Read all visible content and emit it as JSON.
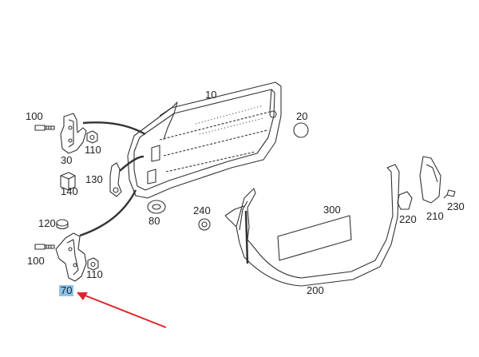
{
  "labels": {
    "door_shell": "10",
    "plug": "20",
    "upper_hinge": "30",
    "lower_hinge": "70",
    "buffer": "80",
    "bolt_upper": "100",
    "bolt_lower": "100",
    "nut_upper": "110",
    "nut_lower": "110",
    "cap": "120",
    "check_strap": "130",
    "stopper": "140",
    "seal": "200",
    "trim_panel": "210",
    "bumper": "220",
    "screw": "230",
    "grommet": "240",
    "corner_seal": "300"
  },
  "highlight": {
    "item": "lower_hinge",
    "color": "#8ec3e8"
  },
  "arrow": {
    "color": "#e0242b",
    "points_to": "lower_hinge"
  },
  "line_color": "#333333"
}
